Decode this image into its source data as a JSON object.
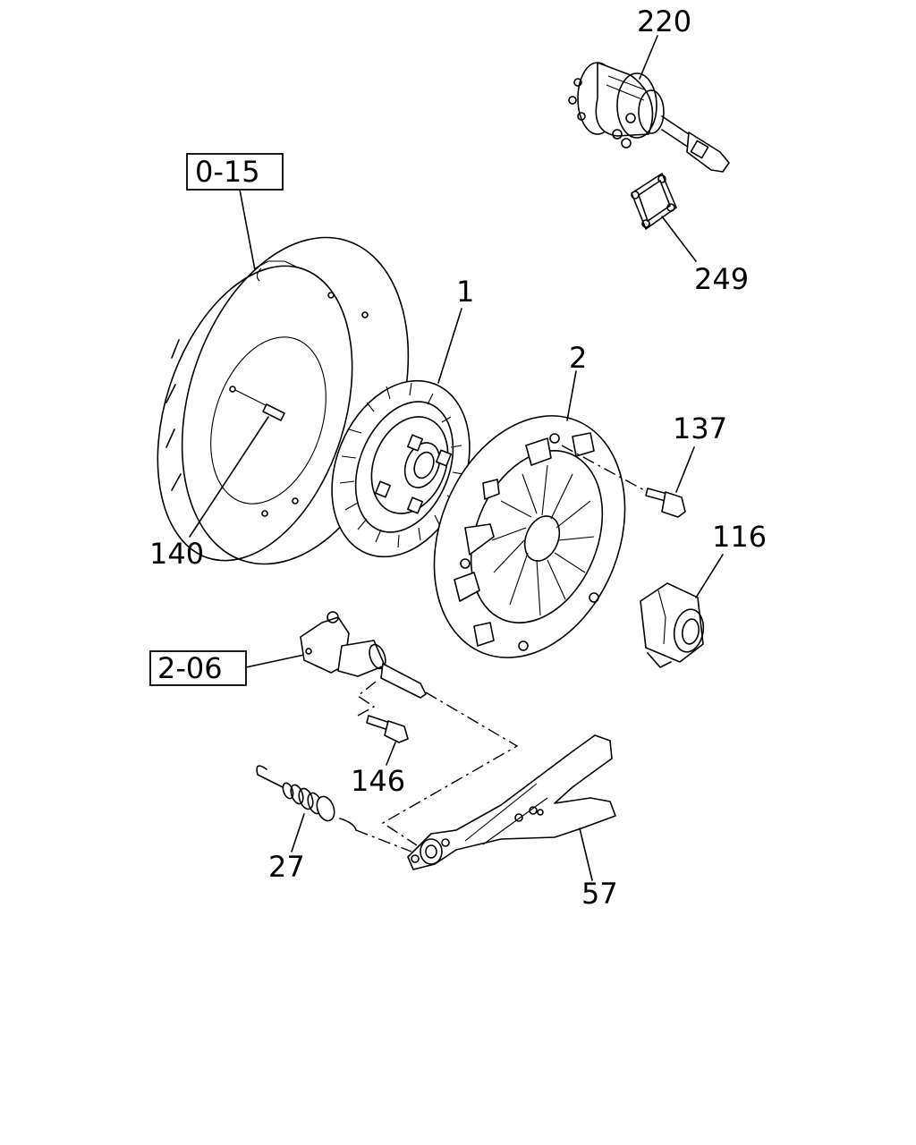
{
  "diagram": {
    "callouts": [
      {
        "id": "p220",
        "text": "220"
      },
      {
        "id": "p249",
        "text": "249"
      },
      {
        "id": "p1",
        "text": "1"
      },
      {
        "id": "p2",
        "text": "2"
      },
      {
        "id": "p137",
        "text": "137"
      },
      {
        "id": "p116",
        "text": "116"
      },
      {
        "id": "p140",
        "text": "140"
      },
      {
        "id": "p146",
        "text": "146"
      },
      {
        "id": "p27",
        "text": "27"
      },
      {
        "id": "p57",
        "text": "57"
      }
    ],
    "references": [
      {
        "id": "r015",
        "text": "0-15"
      },
      {
        "id": "r206",
        "text": "2-06"
      }
    ]
  }
}
